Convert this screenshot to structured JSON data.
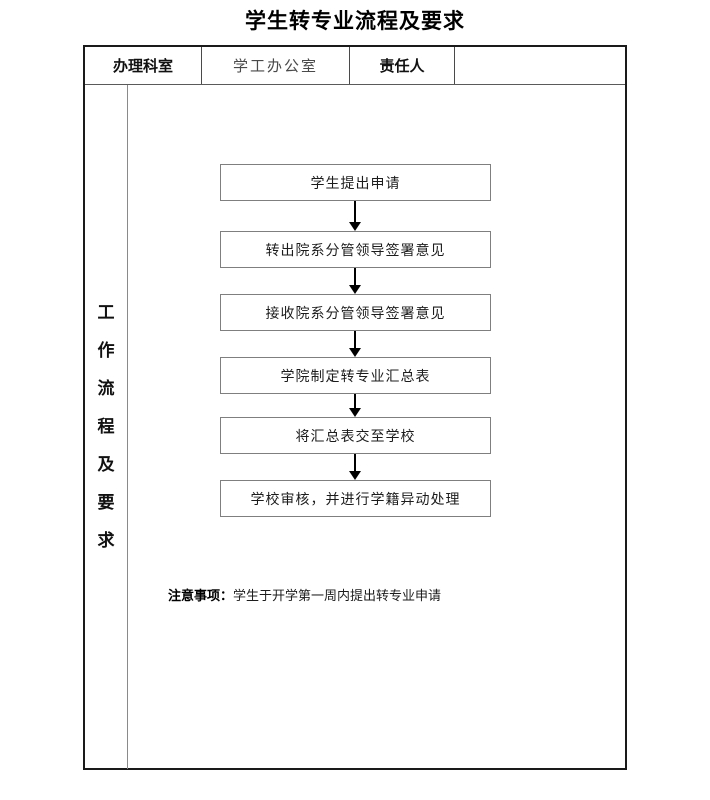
{
  "title": "学生转专业流程及要求",
  "header": {
    "office_label": "办理科室",
    "office_value": "学工办公室",
    "responsible_label": "责任人",
    "responsible_value": ""
  },
  "row_label": "工作流程及要求",
  "flow": {
    "steps": [
      "学生提出申请",
      "转出院系分管领导签署意见",
      "接收院系分管领导签署意见",
      "学院制定转专业汇总表",
      "将汇总表交至学校",
      "学校审核，并进行学籍异动处理"
    ]
  },
  "note": {
    "label": "注意事项：",
    "text": "学生于开学第一周内提出转专业申请"
  },
  "colors": {
    "outer_border": "#1a1a1a",
    "inner_border": "#8a8a8a",
    "box_border": "#7f7f7f",
    "arrow": "#000000",
    "text": "#000000"
  }
}
